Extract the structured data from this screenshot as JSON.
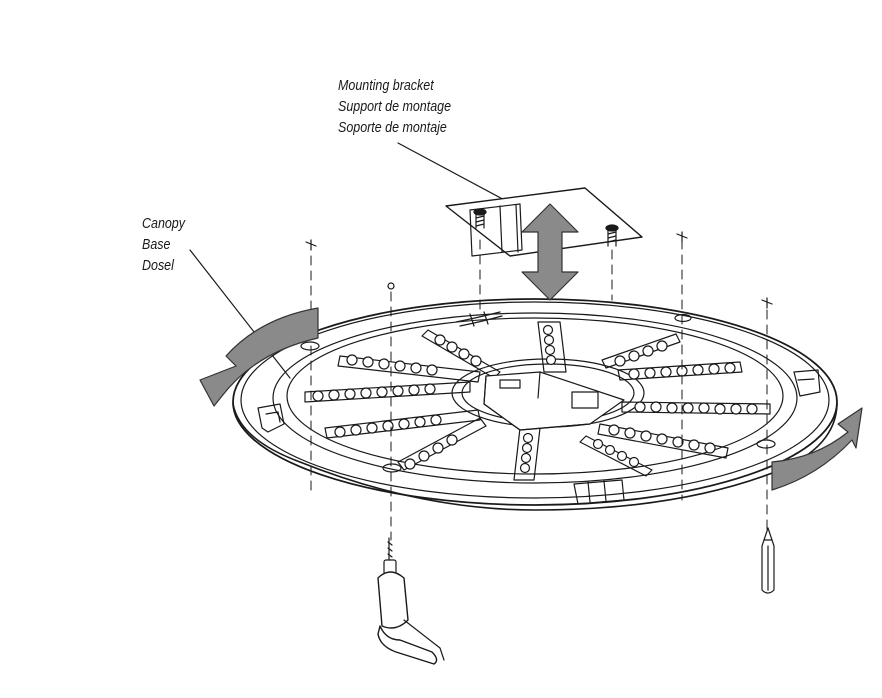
{
  "labels": {
    "bracket": {
      "en": "Mounting bracket",
      "fr": "Support de montage",
      "es": "Soporte de montaje"
    },
    "canopy": {
      "en": "Canopy",
      "fr": "Base",
      "es": "Dosel"
    }
  },
  "colors": {
    "line": "#1a1a1a",
    "arrow_fill": "#8a8a8a",
    "led_fill": "#ffffff",
    "background": "#ffffff"
  },
  "icons": {
    "screws": "screw-icon",
    "drill": "drill-icon",
    "pencil": "pencil-icon",
    "rotate_arrows": "rotate-arrow-icon",
    "lift_arrow": "double-arrow-icon"
  }
}
